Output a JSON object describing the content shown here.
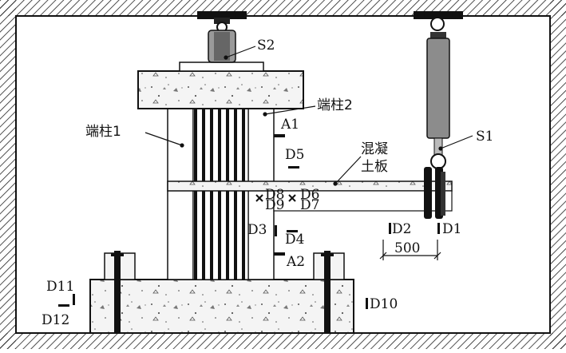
{
  "labels": {
    "s2": "S2",
    "s1": "S1",
    "column1": "端柱1",
    "column2": "端柱2",
    "slab_line1": "混凝",
    "slab_line2": "土板",
    "a1": "A1",
    "a2": "A2",
    "d1": "D1",
    "d2": "D2",
    "d3": "D3",
    "d4": "D4",
    "d5": "D5",
    "d6": "D6",
    "d7": "D7",
    "d8": "D8",
    "d9": "D9",
    "d10": "D10",
    "d11": "D11",
    "d12": "D12",
    "dim_500": "500"
  }
}
